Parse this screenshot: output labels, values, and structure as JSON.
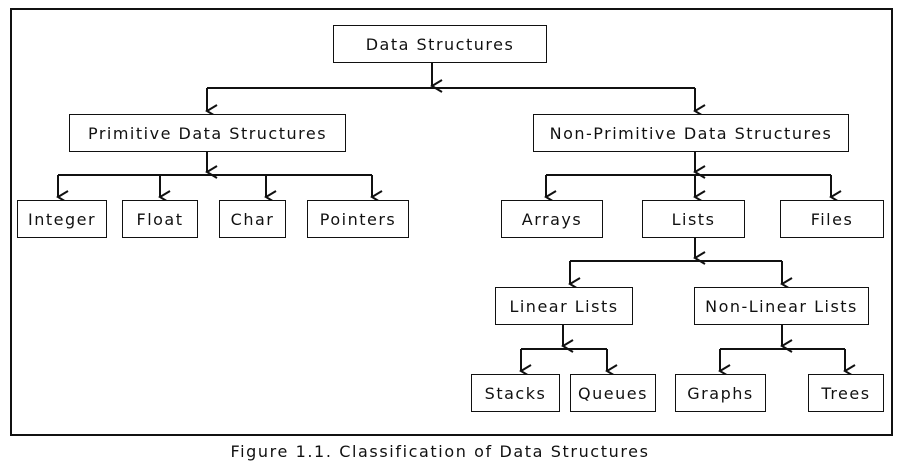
{
  "diagram": {
    "root": "Data Structures",
    "primitive": {
      "label": "Primitive Data Structures",
      "children": [
        "Integer",
        "Float",
        "Char",
        "Pointers"
      ]
    },
    "non_primitive": {
      "label": "Non-Primitive Data Structures",
      "children": [
        "Arrays",
        "Lists",
        "Files"
      ],
      "lists": {
        "linear": {
          "label": "Linear Lists",
          "children": [
            "Stacks",
            "Queues"
          ]
        },
        "non_linear": {
          "label": "Non-Linear Lists",
          "children": [
            "Graphs",
            "Trees"
          ]
        }
      }
    }
  },
  "caption": "Figure 1.1. Classification of Data Structures"
}
